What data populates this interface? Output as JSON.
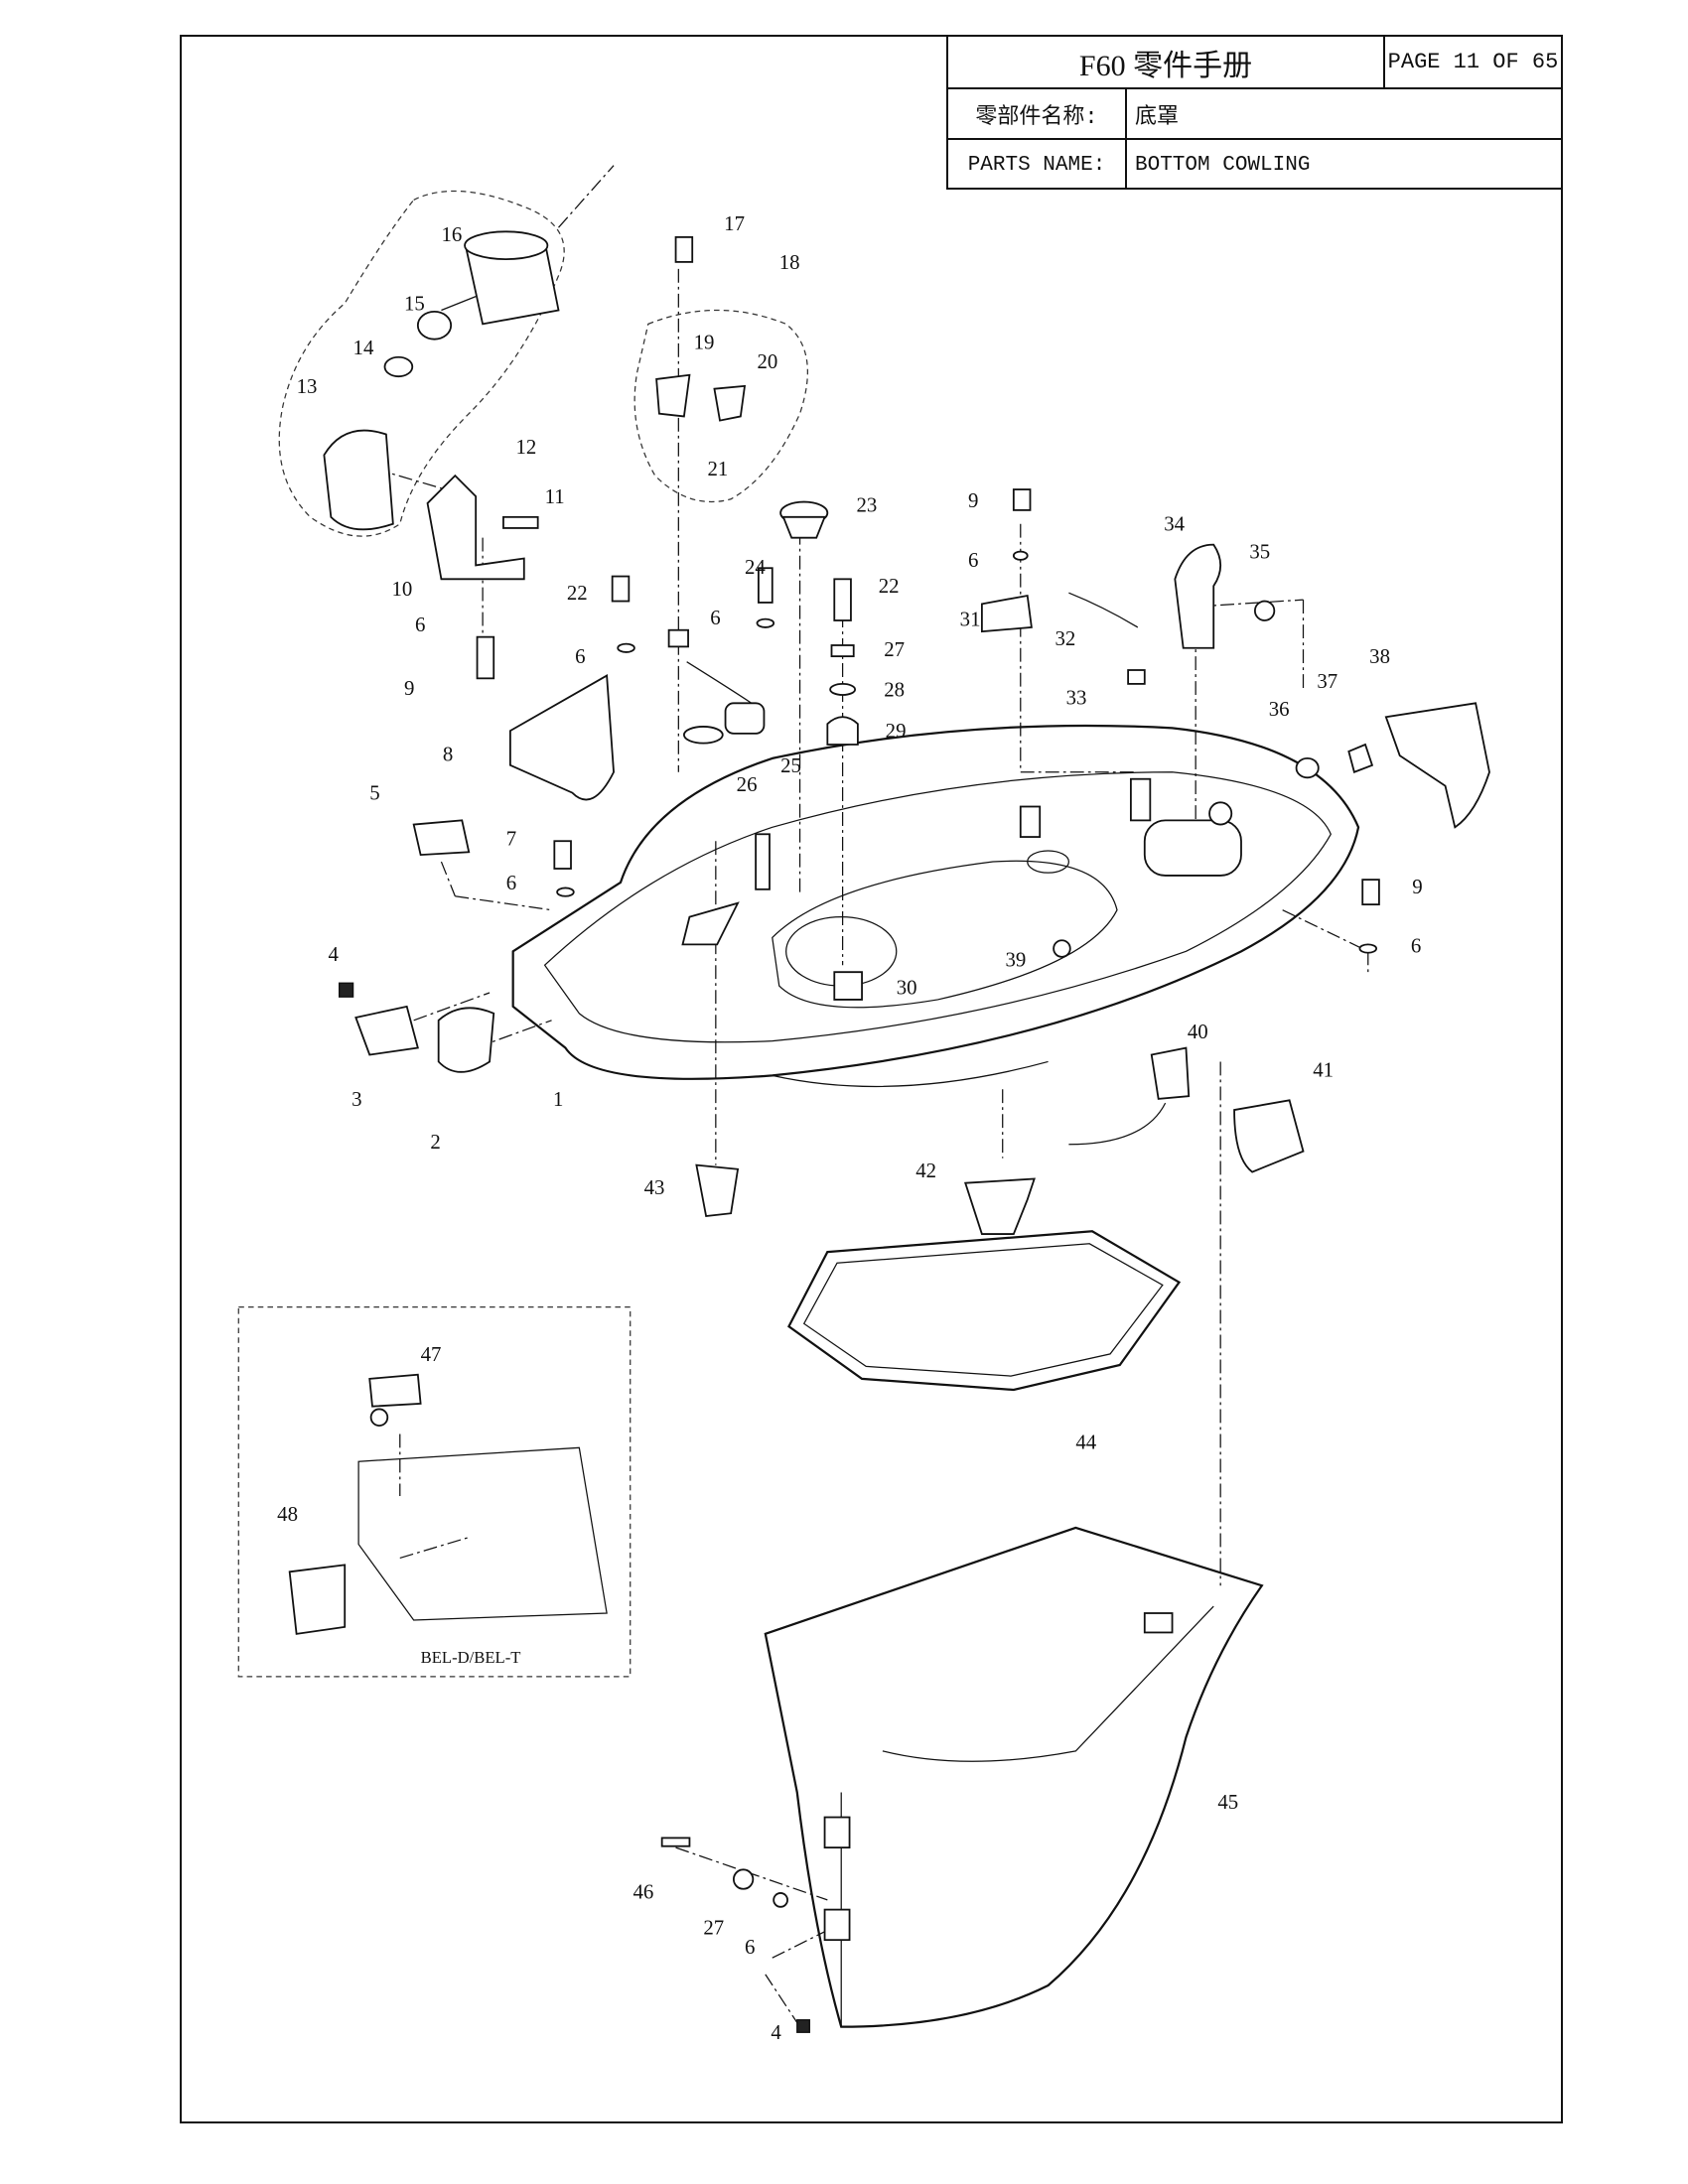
{
  "header": {
    "title": "F60 零件手册",
    "page": "PAGE 11 OF 65",
    "part_name_cn_label": "零部件名称:",
    "part_name_cn": "底罩",
    "part_name_en_label": "PARTS NAME:",
    "part_name_en": "BOTTOM COWLING"
  },
  "callouts": [
    "17",
    "16",
    "18",
    "15",
    "19",
    "20",
    "14",
    "13",
    "12",
    "21",
    "23",
    "11",
    "9",
    "34",
    "35",
    "6",
    "24",
    "22",
    "22",
    "10",
    "31",
    "32",
    "6",
    "6",
    "27",
    "6",
    "9",
    "33",
    "28",
    "38",
    "37",
    "36",
    "29",
    "8",
    "25",
    "26",
    "5",
    "7",
    "6",
    "9",
    "6",
    "4",
    "39",
    "30",
    "40",
    "3",
    "1",
    "41",
    "2",
    "42",
    "43",
    "47",
    "44",
    "48",
    "45",
    "46",
    "27",
    "6",
    "4"
  ],
  "inset_label": "BEL-D/BEL-T"
}
